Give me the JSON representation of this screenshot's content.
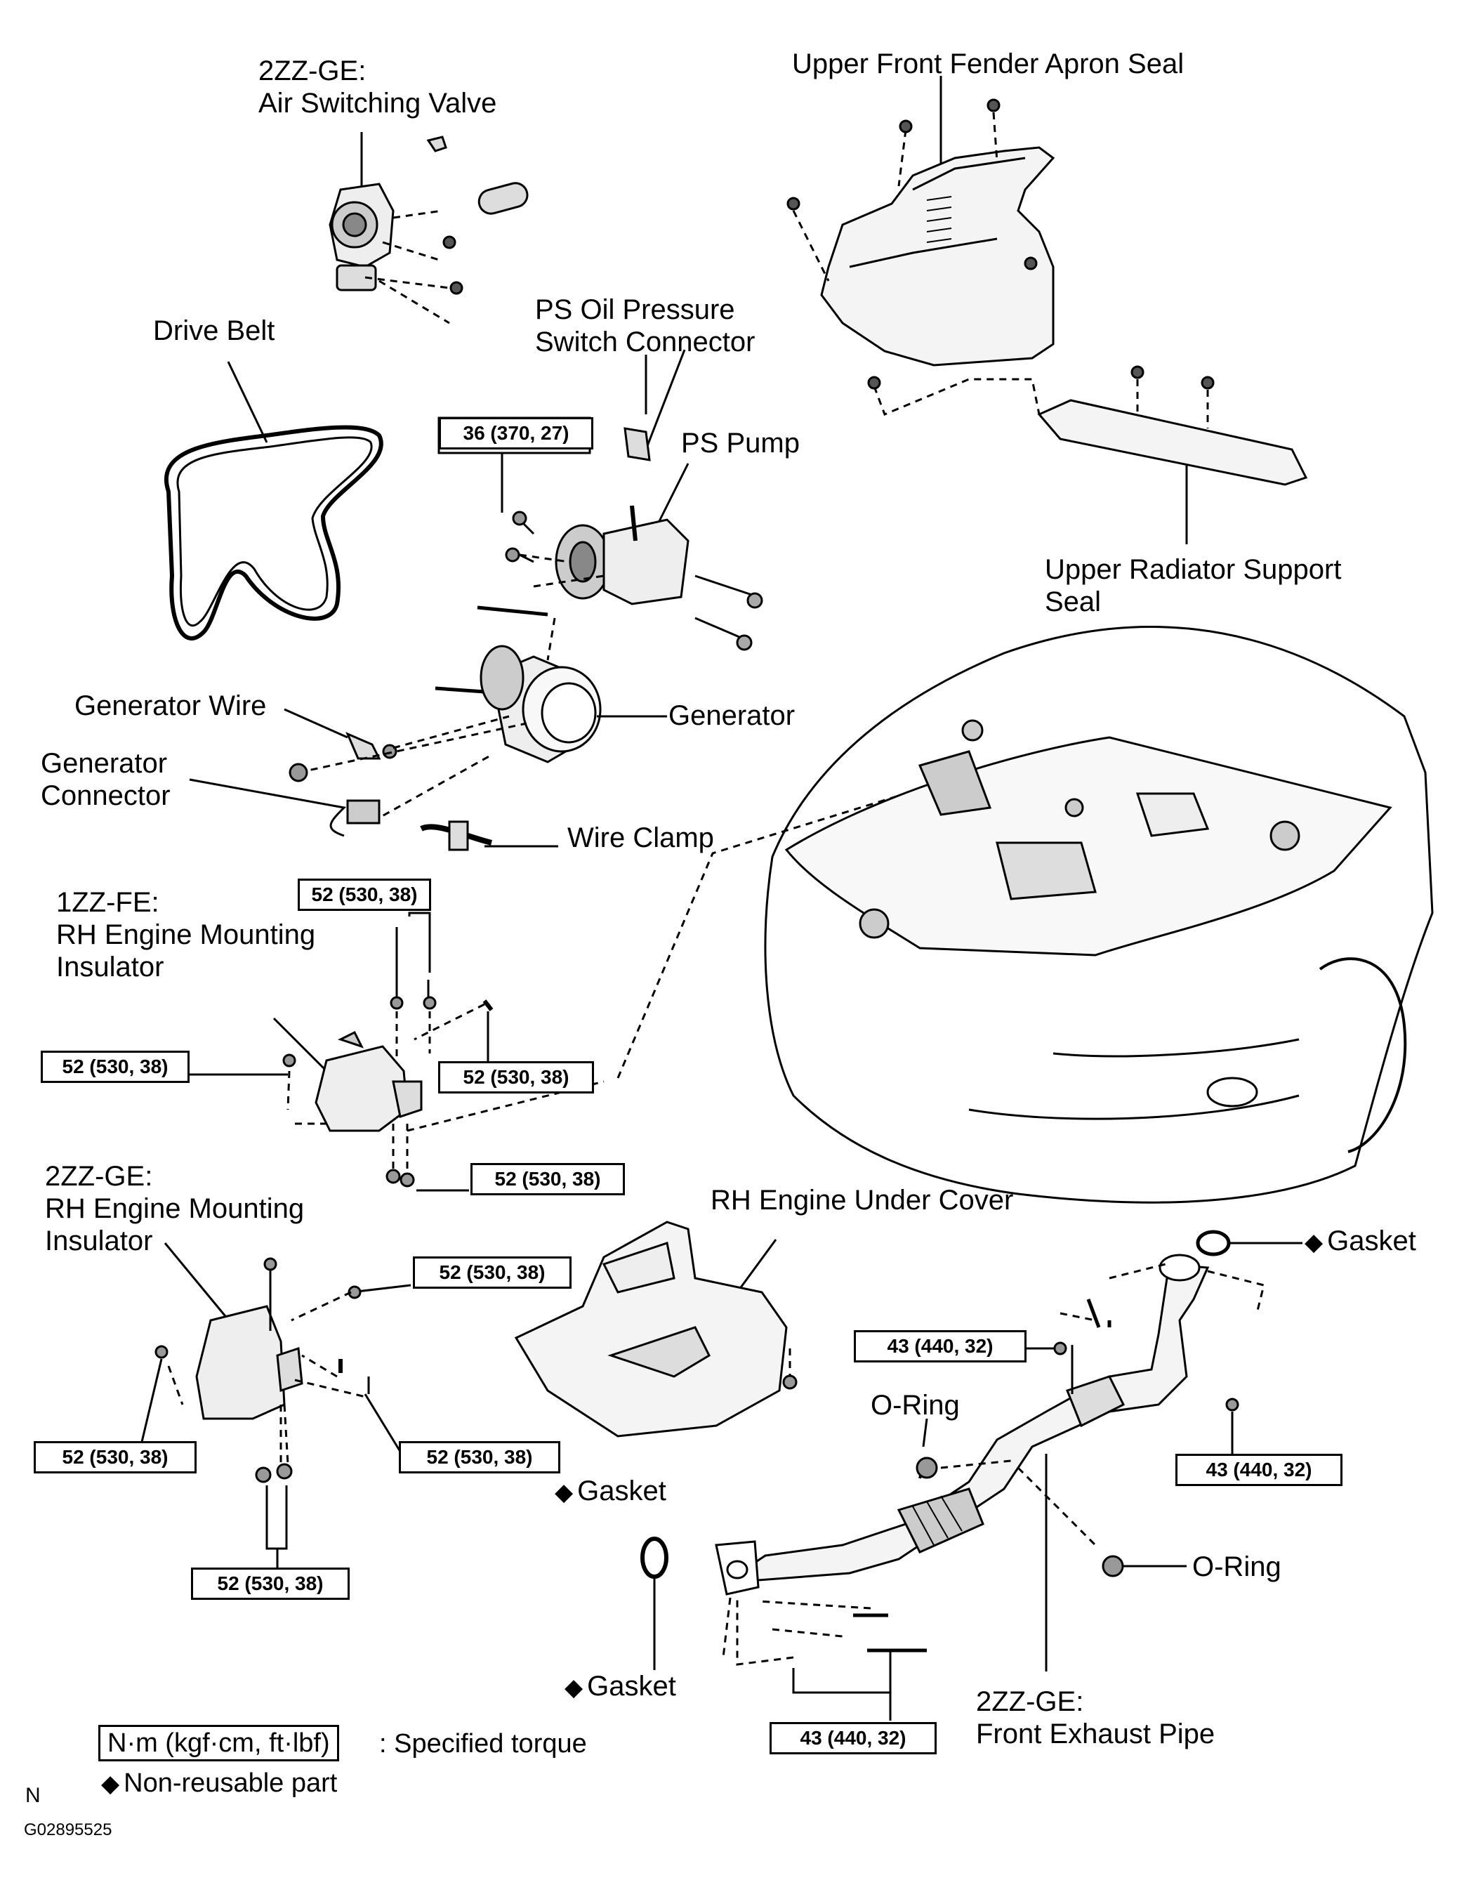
{
  "labels": {
    "asv_engine": "2ZZ-GE:",
    "asv_name": "Air Switching Valve",
    "fender_seal": "Upper Front Fender Apron Seal",
    "drive_belt": "Drive Belt",
    "ps_switch_1": "PS Oil Pressure",
    "ps_switch_2": "Switch Connector",
    "ps_pump": "PS Pump",
    "rad_seal_1": "Upper Radiator Support",
    "rad_seal_2": "Seal",
    "gen_wire": "Generator Wire",
    "generator": "Generator",
    "gen_conn_1": "Generator",
    "gen_conn_2": "Connector",
    "wire_clamp": "Wire Clamp",
    "fe_engine": "1ZZ-FE:",
    "fe_mount_1": "RH Engine Mounting",
    "fe_mount_2": "Insulator",
    "ge_engine": "2ZZ-GE:",
    "ge_mount_1": "RH Engine Mounting",
    "ge_mount_2": "Insulator",
    "under_cover": "RH Engine Under Cover",
    "gasket_top": "Gasket",
    "gasket_mid": "Gasket",
    "gasket_bottom": "Gasket",
    "oring_1": "O-Ring",
    "oring_2": "O-Ring",
    "exhaust_1": "2ZZ-GE:",
    "exhaust_2": "Front Exhaust Pipe"
  },
  "diamond": "◆",
  "torques": {
    "ps_pump": "36 (370, 27)",
    "fe_top": "52 (530, 38)",
    "fe_left": "52 (530, 38)",
    "fe_right": "52 (530, 38)",
    "fe_bottom": "52 (530, 38)",
    "ge_top": "52 (530, 38)",
    "ge_left": "52 (530, 38)",
    "ge_right": "52 (530, 38)",
    "ge_bottom": "52 (530, 38)",
    "ex_left": "43 (440, 32)",
    "ex_right": "43 (440, 32)",
    "ex_bottom": "43 (440, 32)"
  },
  "legend": {
    "unit_box": "N·m (kgf·cm, ft·lbf)",
    "unit_text": ": Specified torque",
    "nonreusable": "Non-reusable  part"
  },
  "corner": {
    "n": "N",
    "figure_id": "G02895525"
  }
}
